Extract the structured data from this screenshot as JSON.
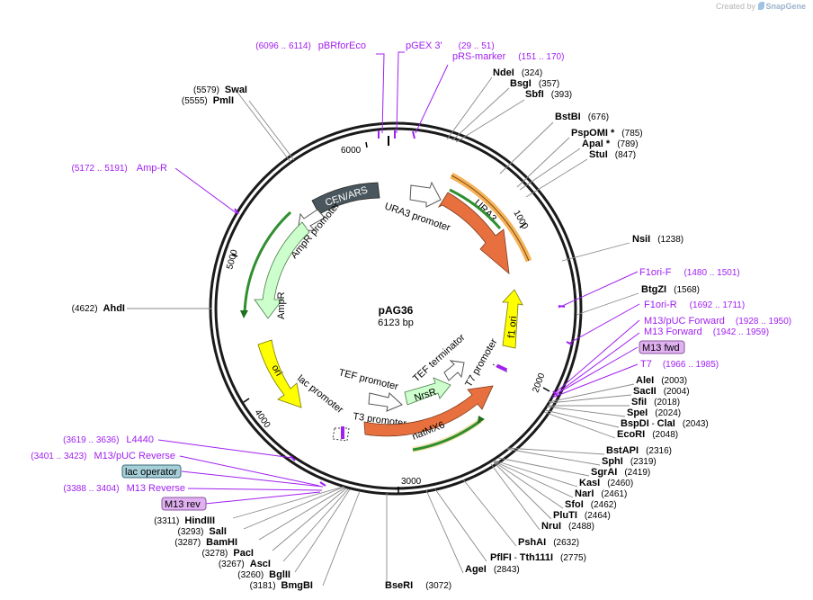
{
  "watermark": {
    "prefix": "Created by",
    "brand": "SnapGene"
  },
  "plasmid": {
    "name": "pAG36",
    "size_label": "6123 bp",
    "length": 6123
  },
  "ticks": [
    "1000",
    "2000",
    "3000",
    "4000",
    "5000",
    "6000"
  ],
  "features": [
    {
      "name": "URA3",
      "color": "#e8703f"
    },
    {
      "name": "URA3 promoter",
      "color": "#ffffff"
    },
    {
      "name": "CEN/ARS",
      "color": "#4a565d"
    },
    {
      "name": "AmpR promoter",
      "color": "#ffffff"
    },
    {
      "name": "AmpR",
      "color": "#ccffcc"
    },
    {
      "name": "ori",
      "color": "#ffff00"
    },
    {
      "name": "f1 ori",
      "color": "#ffff00"
    },
    {
      "name": "lac promoter",
      "color": "#ffffff"
    },
    {
      "name": "T3 promoter",
      "color": "#ffffff"
    },
    {
      "name": "TEF promoter",
      "color": "#ffffff"
    },
    {
      "name": "NrsR",
      "color": "#ccffcc"
    },
    {
      "name": "TEF terminator",
      "color": "#ffffff"
    },
    {
      "name": "T7 promoter",
      "color": "#ffffff"
    },
    {
      "name": "natMX6",
      "color": "#e8703f"
    }
  ],
  "enzymes_right": [
    {
      "name": "NdeI",
      "pos": "(324)"
    },
    {
      "name": "BsgI",
      "pos": "(357)"
    },
    {
      "name": "SbfI",
      "pos": "(393)"
    },
    {
      "name": "BstBI",
      "pos": "(676)"
    },
    {
      "name": "PspOMI *",
      "pos": "(785)"
    },
    {
      "name": "ApaI *",
      "pos": "(789)"
    },
    {
      "name": "StuI",
      "pos": "(847)"
    },
    {
      "name": "NsiI",
      "pos": "(1238)"
    },
    {
      "name": "BtgZI",
      "pos": "(1568)"
    },
    {
      "name": "AleI",
      "pos": "(2003)"
    },
    {
      "name": "SacII",
      "pos": "(2004)"
    },
    {
      "name": "SfiI",
      "pos": "(2018)"
    },
    {
      "name": "SpeI",
      "pos": "(2024)"
    },
    {
      "name": "BspDI",
      "pos": ""
    },
    {
      "name": "EcoRI",
      "pos": "(2048)"
    },
    {
      "name": "BstAPI",
      "pos": "(2316)"
    },
    {
      "name": "SphI",
      "pos": "(2319)"
    },
    {
      "name": "SgrAI",
      "pos": "(2419)"
    },
    {
      "name": "KasI",
      "pos": "(2460)"
    },
    {
      "name": "NarI",
      "pos": "(2461)"
    },
    {
      "name": "SfoI",
      "pos": "(2462)"
    },
    {
      "name": "PluTI",
      "pos": "(2464)"
    },
    {
      "name": "NruI",
      "pos": "(2488)"
    },
    {
      "name": "PshAI",
      "pos": "(2632)"
    },
    {
      "name": "PflFI",
      "pos": ""
    },
    {
      "name": "AgeI",
      "pos": "(2843)"
    }
  ],
  "enzymes_combined": [
    {
      "sep": " - ",
      "name": "ClaI",
      "pos": "(2043)"
    },
    {
      "sep": " - ",
      "name": "Tth111I",
      "pos": "(2775)"
    }
  ],
  "enzymes_left": [
    {
      "name": "SwaI",
      "pos": "(5579)"
    },
    {
      "name": "PmlI",
      "pos": "(5555)"
    },
    {
      "name": "AhdI",
      "pos": "(4622)"
    },
    {
      "name": "HindIII",
      "pos": "(3311)"
    },
    {
      "name": "SalI",
      "pos": "(3293)"
    },
    {
      "name": "BamHI",
      "pos": "(3287)"
    },
    {
      "name": "PacI",
      "pos": "(3278)"
    },
    {
      "name": "AscI",
      "pos": "(3267)"
    },
    {
      "name": "BglII",
      "pos": "(3260)"
    },
    {
      "name": "BmgBI",
      "pos": "(3181)"
    },
    {
      "name": "BseRI",
      "pos": "(3072)"
    }
  ],
  "primers": [
    {
      "name": "pBRforEco",
      "pos": "(6096 .. 6114)"
    },
    {
      "name": "pGEX 3'",
      "pos": "(29 .. 51)"
    },
    {
      "name": "pRS-marker",
      "pos": "(151 .. 170)"
    },
    {
      "name": "Amp-R",
      "pos": "(5172 .. 5191)"
    },
    {
      "name": "F1ori-F",
      "pos": "(1480 .. 1501)"
    },
    {
      "name": "F1ori-R",
      "pos": "(1692 .. 1711)"
    },
    {
      "name": "M13/pUC Forward",
      "pos": "(1928 .. 1950)"
    },
    {
      "name": "M13 Forward",
      "pos": "(1942 .. 1959)"
    },
    {
      "name": "M13 fwd",
      "pos": ""
    },
    {
      "name": "T7",
      "pos": "(1966 .. 1985)"
    },
    {
      "name": "L4440",
      "pos": "(3619 .. 3636)"
    },
    {
      "name": "M13/pUC Reverse",
      "pos": "(3401 .. 3423)"
    },
    {
      "name": "lac operator",
      "pos": ""
    },
    {
      "name": "M13 Reverse",
      "pos": "(3388 .. 3404)"
    },
    {
      "name": "M13 rev",
      "pos": ""
    }
  ],
  "colors": {
    "backbone": "#1a1a1a",
    "primer": "#a020f0",
    "feature_orange": "#e8703f",
    "feature_green": "#ccffcc",
    "feature_yellow": "#ffff00",
    "cen_ars": "#4a565d",
    "box_m13": "#e0b0f0",
    "box_lacop": "#a6cfd8"
  }
}
